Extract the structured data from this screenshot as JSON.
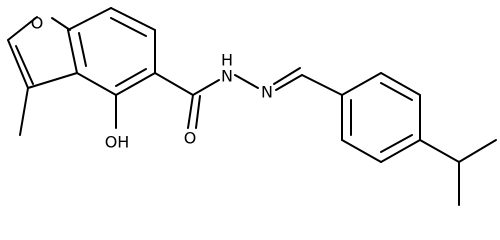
{
  "molecule": {
    "atoms": [
      {
        "id": "O_furan",
        "label": "O"
      },
      {
        "id": "NH",
        "label": "N"
      },
      {
        "id": "H_of_NH",
        "label": "H"
      },
      {
        "id": "N_imine",
        "label": "N"
      },
      {
        "id": "O_carbonyl",
        "label": "O"
      },
      {
        "id": "OH",
        "label": "OH"
      }
    ]
  },
  "colors": {
    "bond": "#000000",
    "label": "#000000",
    "background": "#ffffff"
  }
}
